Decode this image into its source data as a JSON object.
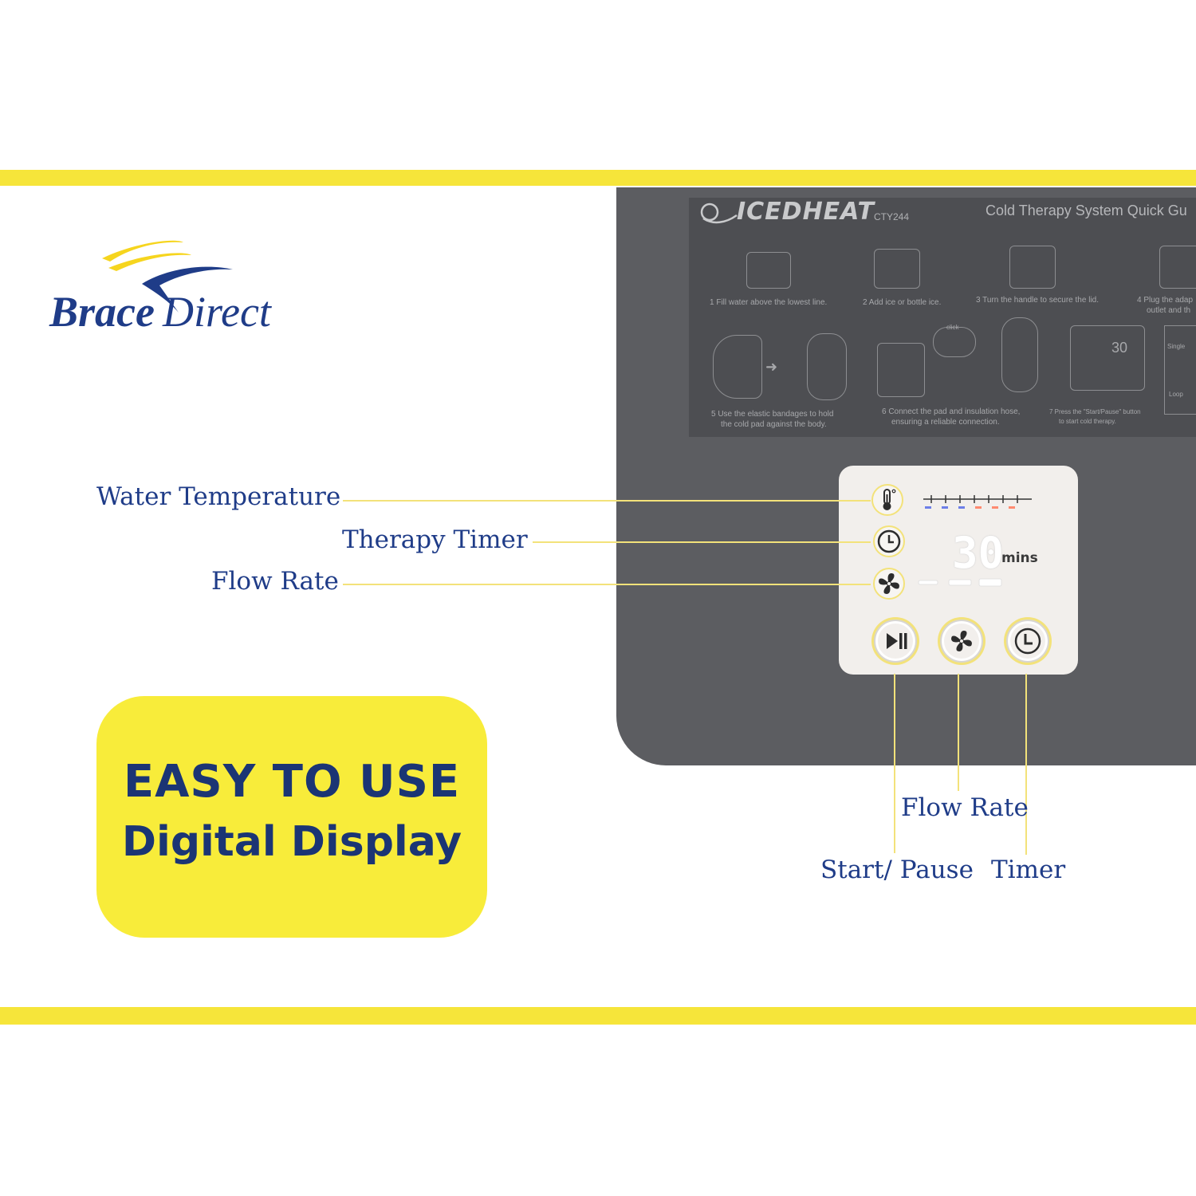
{
  "brand": {
    "name_part1": "Brace",
    "name_part2": "Direct"
  },
  "callouts": {
    "water_temperature": "Water Temperature",
    "therapy_timer": "Therapy Timer",
    "flow_rate_display": "Flow Rate",
    "flow_rate_button": "Flow Rate",
    "start_pause": "Start/ Pause",
    "timer": "Timer"
  },
  "badge": {
    "line1": "EASY TO USE",
    "line2": "Digital Display"
  },
  "device": {
    "brand": "ICEDHEAT",
    "model": "CTY244",
    "guide_title": "Cold Therapy System Quick Gu",
    "steps": {
      "s1": "1  Fill water above the lowest line.",
      "s2": "2  Add ice or bottle ice.",
      "s3": "3  Turn the handle to secure the lid.",
      "s4a": "4  Plug the adap",
      "s4b": "outlet and th",
      "s5a": "5  Use the elastic bandages to hold",
      "s5b": "the cold pad against the body.",
      "s6a": "6  Connect the pad and insulation hose,",
      "s6b": "ensuring a reliable connection.",
      "s7a": "7  Press the \"Start/Pause\" button",
      "s7b": "to start cold therapy.",
      "click": "click",
      "single": "Single",
      "loop": "Loop",
      "mini_digits": "30"
    },
    "display": {
      "minutes": "30",
      "unit": "mins"
    }
  },
  "colors": {
    "accent_yellow": "#f6e53a",
    "brand_blue": "#1f3c88",
    "device_gray": "#5c5d61",
    "panel_white": "#f2efec"
  },
  "icons": {
    "thermometer": "thermometer-icon",
    "clock": "clock-icon",
    "fan": "fan-icon",
    "play_pause": "play-pause-icon"
  }
}
